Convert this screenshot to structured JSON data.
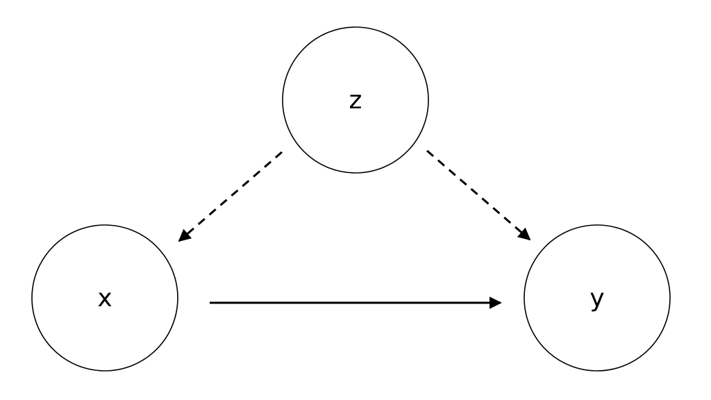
{
  "diagram": {
    "nodes": [
      {
        "id": "z",
        "label": "z"
      },
      {
        "id": "x",
        "label": "x"
      },
      {
        "id": "y",
        "label": "y"
      }
    ],
    "edges": [
      {
        "from": "z",
        "to": "x",
        "style": "dashed"
      },
      {
        "from": "z",
        "to": "y",
        "style": "dashed"
      },
      {
        "from": "x",
        "to": "y",
        "style": "solid"
      }
    ],
    "colors": {
      "stroke": "#000000",
      "background": "#ffffff"
    }
  }
}
